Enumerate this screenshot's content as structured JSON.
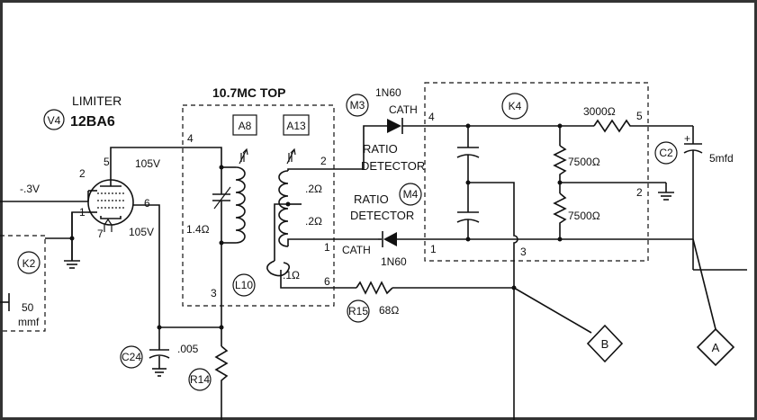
{
  "tube": {
    "ref": "V4",
    "type": "12BA6",
    "title": "LIMITER",
    "pin5_voltage": "105V",
    "pin6_voltage": "105V",
    "grid_voltage": "-.3V",
    "pins": [
      "5",
      "2",
      "1",
      "6",
      "7"
    ]
  },
  "transformer": {
    "title": "10.7MC TOP",
    "can_a": "A8",
    "can_b": "A13",
    "primary_res": "1.4Ω",
    "secondary_res_1": ".2Ω",
    "secondary_res_2": ".2Ω",
    "tertiary_res": ".1Ω",
    "pins": [
      "4",
      "3",
      "2",
      "1",
      "6"
    ]
  },
  "l10": {
    "ref": "L10"
  },
  "diode_top": {
    "ref": "M3",
    "type": "1N60",
    "lead": "CATH",
    "role_1": "RATIO",
    "role_2": "DETECTOR"
  },
  "diode_bottom": {
    "ref": "M4",
    "type": "1N60",
    "lead": "CATH",
    "role_1": "RATIO",
    "role_2": "DETECTOR"
  },
  "module_k4": {
    "ref": "K4",
    "r_series": "3000Ω",
    "r_a": "7500Ω",
    "r_b": "7500Ω",
    "pins": [
      "4",
      "5",
      "2",
      "1",
      "3"
    ]
  },
  "c2": {
    "ref": "C2",
    "value": "5mfd"
  },
  "r15": {
    "ref": "R15",
    "value": "68Ω"
  },
  "c24": {
    "ref": "C24",
    "value": ".005"
  },
  "r14": {
    "ref": "R14"
  },
  "k2": {
    "ref": "K2",
    "value_1": "50",
    "value_2": "mmf"
  },
  "points": {
    "b": "B",
    "a": "A"
  }
}
